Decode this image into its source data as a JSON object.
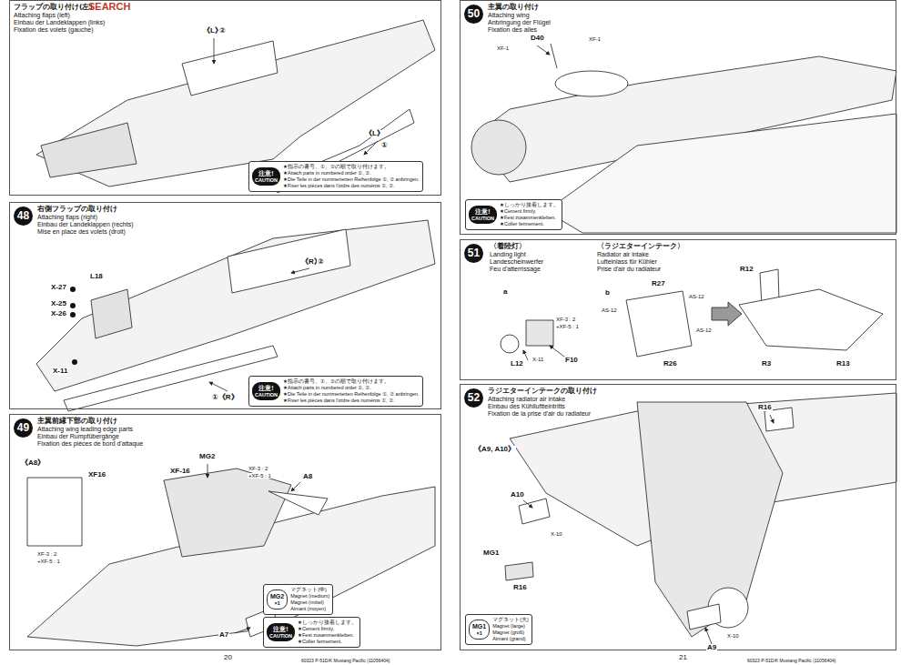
{
  "diagram": {
    "nodes": [
      {
        "text": [
          "フラップの取り付け(左)",
          "Attaching flaps (left)",
          "Einbau der Landeklappen (links)",
          "Fixation des volets (gauche)"
        ]
      },
      {
        "text": [
          "注意!",
          "CAUTION",
          "★指示の番号、①、②の順で取り付けます。",
          "★Attach parts in numbered order ①, ②.",
          "★Die Teile in der nummerierten Reihenfolge ①, ② anbringen.",
          "★Fixer les pièces dans l'ordre des numéros ①, ②."
        ],
        "in": 0
      },
      {
        "text": [
          "48",
          "右側フラップの取り付け",
          "Attaching flaps (right)",
          "Einbau der Landeklappen (rechts)",
          "Mise en place des volets (droit)"
        ]
      },
      {
        "text": [
          "注意!",
          "CAUTION",
          "★指示の番号、①、②の順で取り付けます。",
          "★Attach parts in numbered order ①, ②.",
          "★Die Teile in der nummerierten Reihenfolge ①, ② anbringen.",
          "★Fixer les pièces dans l'ordre des numéros ①, ②."
        ],
        "in": 2
      },
      {
        "text": [
          "49",
          "主翼前縁下部の取り付け",
          "Attaching wing leading edge parts",
          "Einbau der Rumpfübergänge",
          "Fixation des pièces de bord d'attaque"
        ]
      },
      {
        "text": [
          "MG2",
          "×1",
          "マグネット(中)",
          "Magnet (medium)",
          "Magnet (mittel)",
          "Aimant (moyen)"
        ],
        "in": 4
      },
      {
        "text": [
          "注意!",
          "CAUTION",
          "★しっかり接着します。",
          "★Cement firmly.",
          "★Fest zusammenkleben.",
          "★Coller fermement."
        ],
        "in": 4
      },
      {
        "text": [
          "50",
          "主翼の取り付け",
          "Attaching wing",
          "Anbringung der Flügel",
          "Fixation des ailes"
        ]
      },
      {
        "text": [
          "注意!",
          "CAUTION",
          "★しっかり接着します。",
          "★Cement firmly.",
          "★Fest zusammenkleben.",
          "★Coller fermement."
        ],
        "in": 7
      },
      {
        "text": [
          "51",
          "〈着陸灯〉",
          "Landing light",
          "Landescheinwerfer",
          "Feu d'atterrissage",
          "〈ラジエターインテーク〉",
          "Radiator air intake",
          "Lufteinlass für Kühler",
          "Prise d'air du radiateur"
        ]
      },
      {
        "text": [
          "52",
          "ラジエターインテークの取り付け",
          "Attaching radiator air intake",
          "Einbau des Kühlluftteintritts",
          "Fixation de la prise d'air du radiateur"
        ]
      },
      {
        "text": [
          "MG1",
          "×1",
          "マグネット(大)",
          "Magnet (large)",
          "Magnet (groß)",
          "Aimant (grand)"
        ],
        "in": 10
      }
    ],
    "labels": [
      "SEARCH",
      "《L》",
      "②",
      "《L》",
      "①",
      "X-27",
      "L18",
      "X-25",
      "X-26",
      "X-11",
      "《R》",
      "②",
      "①《R》",
      "MG2",
      "XF-16",
      "XF-3 : 2",
      "+XF-5 : 1",
      "A8",
      "《A8》",
      "XF16",
      "XF-3 : 2",
      "+XF-5 : 1",
      "A7",
      "20",
      "60323 P-51D/K Mustang Pacific (11056404)",
      "D40",
      "XF-1",
      "XF-1",
      "a",
      "XF-3 : 2",
      "+XF-5 : 1",
      "L12",
      "X-11",
      "F10",
      "b",
      "AS-12",
      "R27",
      "AS-12",
      "AS-12",
      "R26",
      "R12",
      "R3",
      "R13",
      "R16",
      "《A9, A10》",
      "A10",
      "X-10",
      "MG1",
      "R16",
      "X-10",
      "A9",
      "21",
      "60323 P-51D/K Mustang Pacific (11056404)"
    ]
  }
}
